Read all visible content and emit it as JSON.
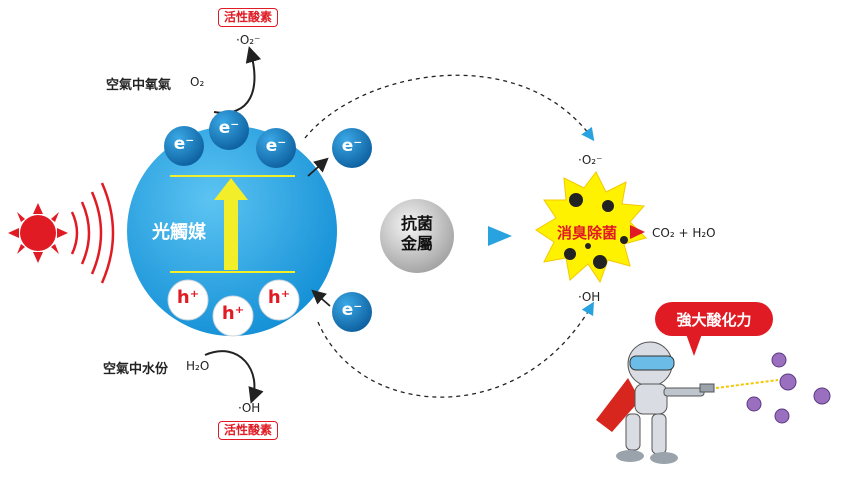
{
  "top": {
    "badge": "活性酸素",
    "radical": "·O₂⁻",
    "air_label": "空氣中氧氣",
    "air_formula": "O₂"
  },
  "bottom": {
    "badge": "活性酸素",
    "radical": "·OH",
    "air_label": "空氣中水份",
    "air_formula": "H₂O"
  },
  "catalyst": {
    "label": "光觸媒"
  },
  "electron": "e⁻",
  "hole": "h⁺",
  "metal": {
    "line1": "抗菌",
    "line2": "金屬"
  },
  "right": {
    "radical_top": "·O₂⁻",
    "radical_bottom": "·OH",
    "burst_label": "消臭除菌",
    "product": "CO₂ + H₂O"
  },
  "speech": {
    "text": "強大酸化力"
  },
  "colors": {
    "catalyst_blue": "#1e9fe0",
    "electron_blue": "#1a7fc4",
    "accent_red": "#e01b24",
    "arrow_yellow": "#f3ee2a",
    "burst_yellow": "#fff200"
  }
}
